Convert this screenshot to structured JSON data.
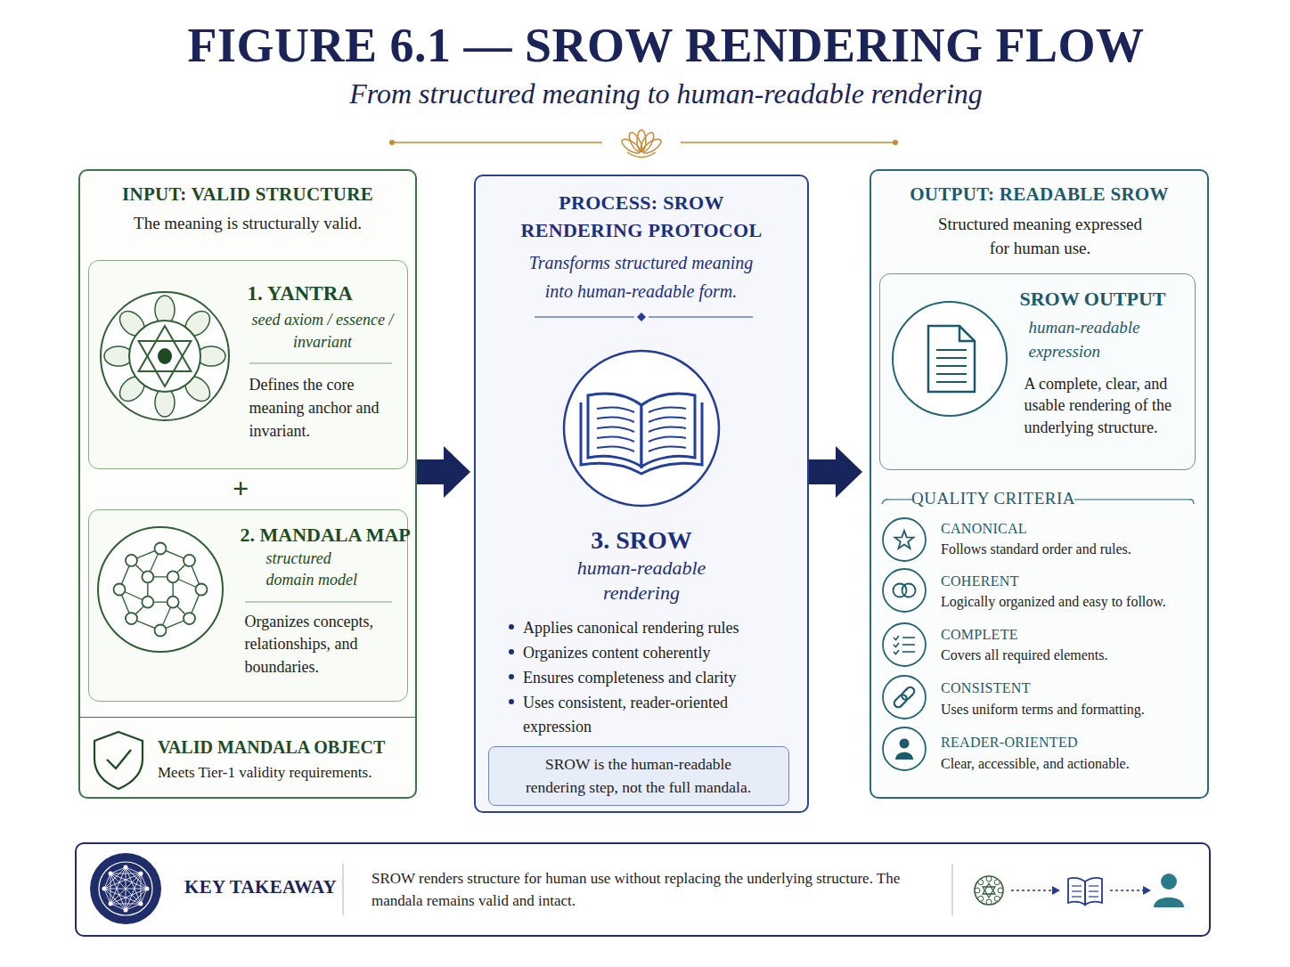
{
  "diagram": {
    "title": "FIGURE 6.1 — SROW RENDERING FLOW",
    "caption": "From structured meaning to human-readable rendering",
    "nodes": [
      {
        "text": [
          "INPUT: VALID STRUCTURE",
          "The meaning is structurally valid."
        ]
      },
      {
        "text": [
          "1. YANTRA",
          "seed axiom / essence / invariant",
          "Defines the core meaning anchor and invariant."
        ],
        "in": 0
      },
      {
        "text": [
          "2. MANDALA MAP",
          "structured domain model",
          "Organizes concepts, relationships, and boundaries."
        ],
        "in": 0
      },
      {
        "text": [
          "VALID MANDALA OBJECT",
          "Meets Tier-1 validity requirements."
        ],
        "in": 0
      },
      {
        "text": [
          "PROCESS: SROW RENDERING PROTOCOL",
          "Transforms structured meaning into human-readable form.",
          "3. SROW",
          "human-readable rendering",
          "Applies canonical rendering rules",
          "Organizes content coherently",
          "Ensures completeness and clarity",
          "Uses consistent, reader-oriented expression"
        ]
      },
      {
        "text": [
          "SROW is the human-readable rendering step, not the full mandala."
        ],
        "in": 4
      },
      {
        "text": [
          "OUTPUT: READABLE SROW",
          "Structured meaning expressed for human use.",
          "QUALITY CRITERIA",
          "CANONICAL",
          "Follows standard order and rules.",
          "COHERENT",
          "Logically organized and easy to follow.",
          "COMPLETE",
          "Covers all required elements.",
          "CONSISTENT",
          "Uses uniform terms and formatting.",
          "READER-ORIENTED",
          "Clear, accessible, and actionable."
        ]
      },
      {
        "text": [
          "SROW OUTPUT",
          "human-readable expression",
          "A complete, clear, and usable rendering of the underlying structure."
        ],
        "in": 6
      },
      {
        "text": [
          "KEY TAKEAWAY",
          "SROW renders structure for human use without replacing the underlying structure. The mandala remains valid and intact."
        ]
      }
    ],
    "edges": [
      {
        "from": 0,
        "to": 4,
        "arrow": "to"
      },
      {
        "from": 4,
        "to": 6,
        "arrow": "to"
      }
    ],
    "labels": [
      "+"
    ]
  }
}
